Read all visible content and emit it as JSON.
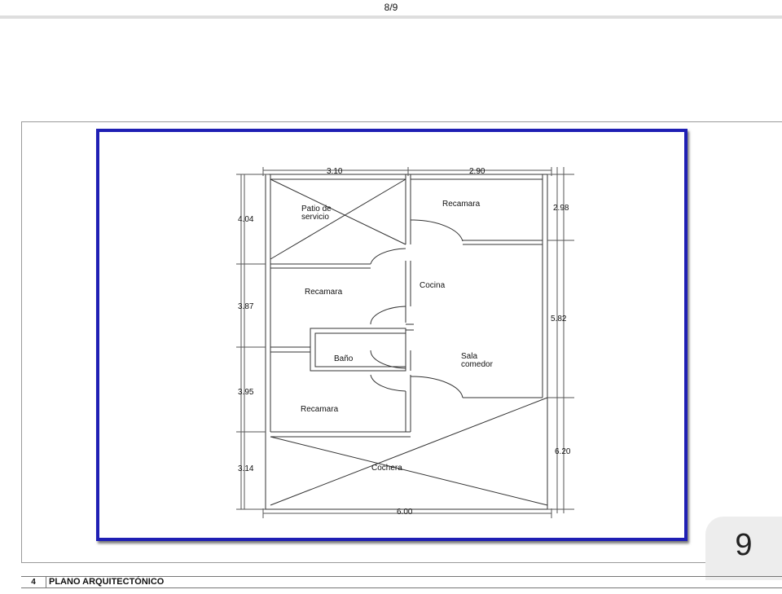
{
  "viewer": {
    "page_indicator": "8/9",
    "page_number": "9"
  },
  "caption": {
    "index": "4",
    "title": "PLANO ARQUITECTÓNICO"
  },
  "plan": {
    "rooms": {
      "patio": "Patio de servicio",
      "recamara_top": "Recamara",
      "cocina": "Cocina",
      "recamara_mid": "Recamara",
      "bano": "Baño",
      "sala": "Sala comedor",
      "recamara_bottom": "Recamara",
      "cochera": "Cochera"
    },
    "dimensions": {
      "top_left": "3.10",
      "top_right": "2.90",
      "bottom": "6.00",
      "left_1": "4.04",
      "left_2": "3.87",
      "left_3": "3.95",
      "left_4": "3.14",
      "right_1": "2.98",
      "right_2": "5.82",
      "right_3": "6.20"
    }
  }
}
